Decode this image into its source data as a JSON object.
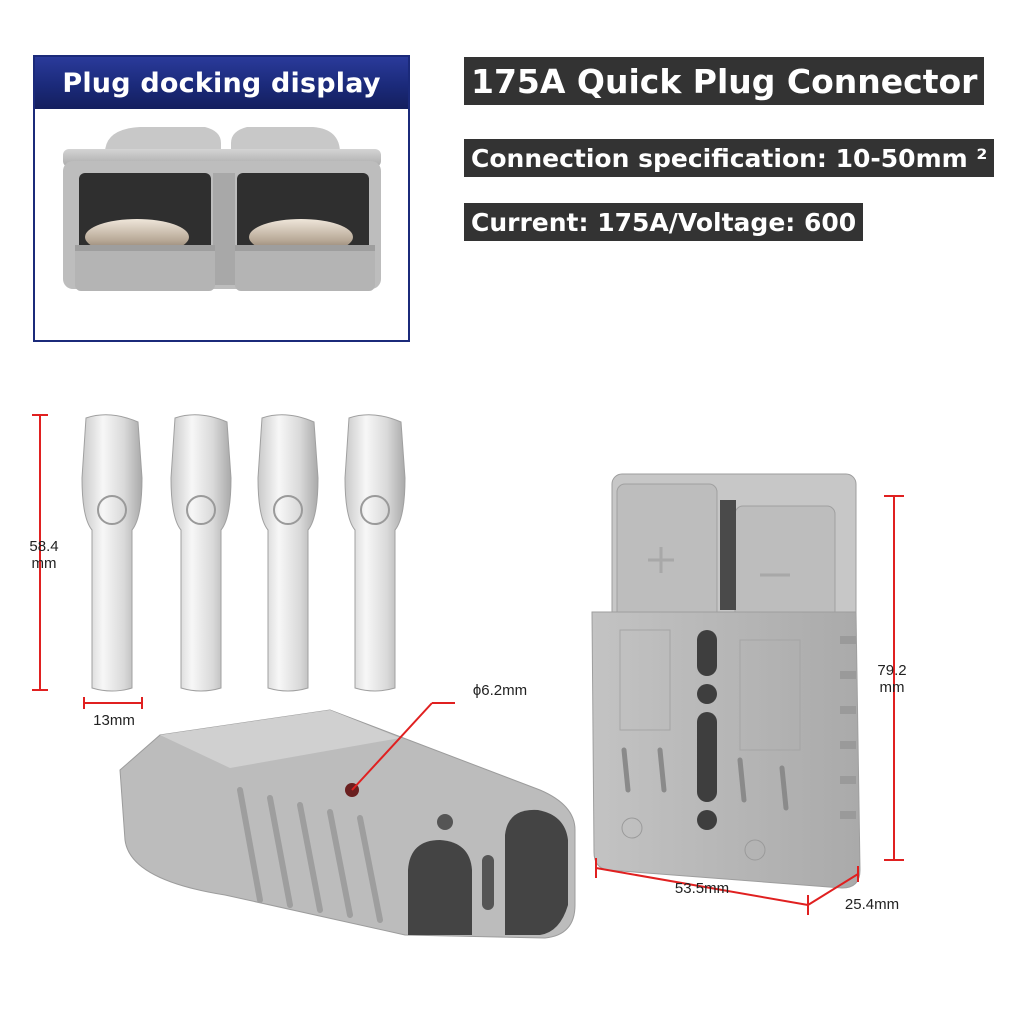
{
  "inset": {
    "header": "Plug docking display"
  },
  "title": "175A Quick Plug Connector",
  "specs": {
    "connection": "Connection specification: 10-50mm ²",
    "current_voltage": "Current: 175A/Voltage: 600"
  },
  "dimensions": {
    "pin_length_value": "58.4",
    "pin_length_unit": "mm",
    "pin_width": "13mm",
    "hole_diameter": "ϕ6.2mm",
    "housing_height_value": "79.2",
    "housing_height_unit": "mm",
    "housing_width": "53.5mm",
    "housing_depth": "25.4mm"
  },
  "colors": {
    "header_blue": "#1b2a7a",
    "label_bg": "#333333",
    "housing_gray": "#b9b9b9",
    "dimension_red": "#e02020"
  },
  "icons": [
    "connector-housing-front",
    "connector-housing-rear",
    "contact-pin",
    "plus-symbol",
    "minus-symbol"
  ]
}
